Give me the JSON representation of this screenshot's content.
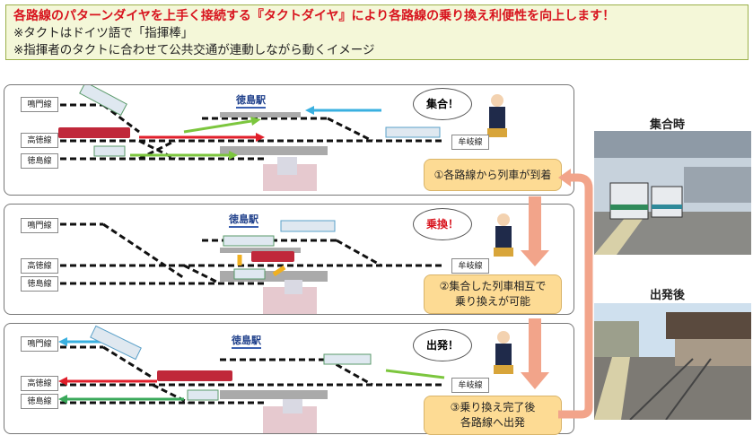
{
  "header": {
    "line1": "各路線のパターンダイヤを上手く接続する『タクトダイヤ』により各路線の乗り換え利便性を向上します！",
    "line2": "※タクトはドイツ語で「指揮棒」",
    "line3": "※指揮者のタクトに合わせて公共交通が連動しながら動くイメージ"
  },
  "station_name": "徳島駅",
  "line_labels": {
    "naruto": "鳴門線",
    "kotoku": "高徳線",
    "tokushima": "徳島線",
    "mugi": "牟岐線"
  },
  "speech": {
    "gather": "集合！",
    "transfer": "乗換！",
    "depart": "出発！"
  },
  "steps": {
    "step1": "①各路線から列車が到着",
    "step2_a": "②集合した列車相互で",
    "step2_b": "乗り換えが可能",
    "step3_a": "③乗り換え完了後",
    "step3_b": "各路線へ出発"
  },
  "photos": {
    "gather_title": "集合時",
    "depart_title": "出発後"
  },
  "colors": {
    "header_red": "#d8141e",
    "step_box": "#fddb94",
    "arrow": "#f2a48a",
    "red_train": "#c0283a",
    "green_arrow": "#7cc63e",
    "blue_arrow": "#3ab0e0"
  }
}
